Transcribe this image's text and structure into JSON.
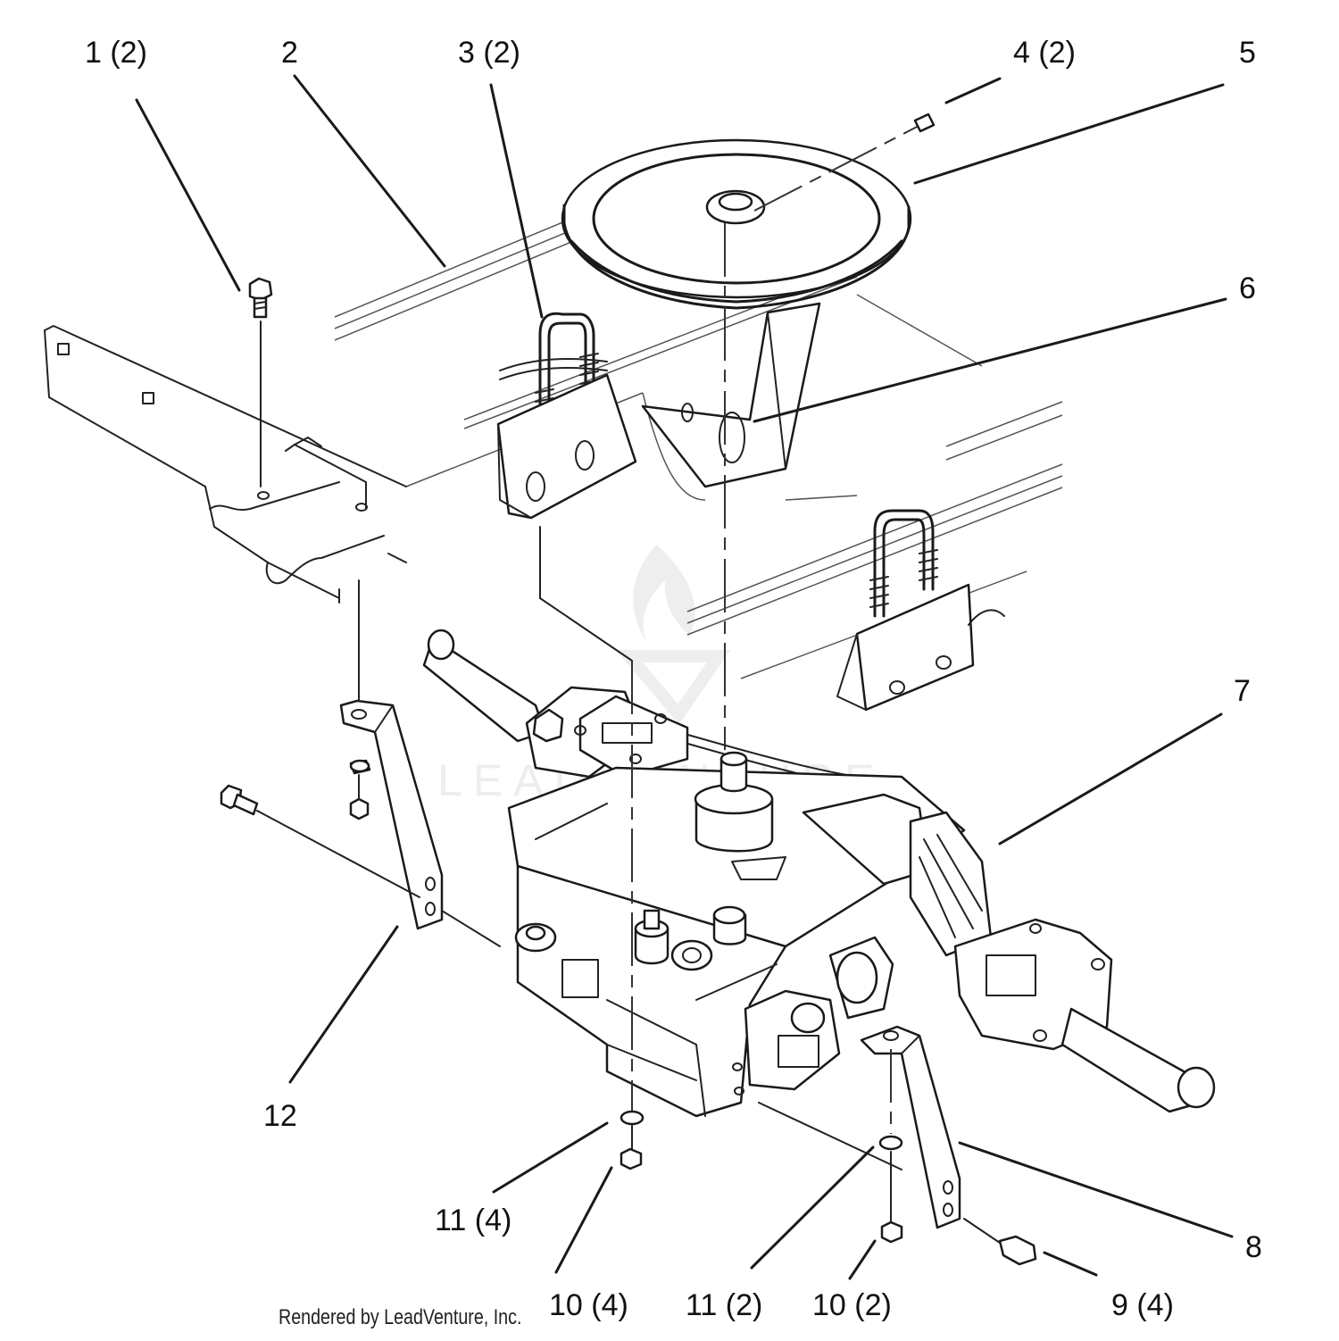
{
  "callouts": {
    "c1": "1 (2)",
    "c2": "2",
    "c3": "3 (2)",
    "c4": "4 (2)",
    "c5": "5",
    "c6": "6",
    "c7": "7",
    "c8": "8",
    "c9": "9 (4)",
    "c10a": "10 (4)",
    "c10b": "10 (2)",
    "c11a": "11 (4)",
    "c11b": "11 (2)",
    "c12": "12"
  },
  "credit": "Rendered by LeadVenture, Inc.",
  "watermark": "LEADVENTURE",
  "colors": {
    "ink": "#1a1a1a",
    "watermark": "#ededed",
    "background": "#ffffff"
  }
}
